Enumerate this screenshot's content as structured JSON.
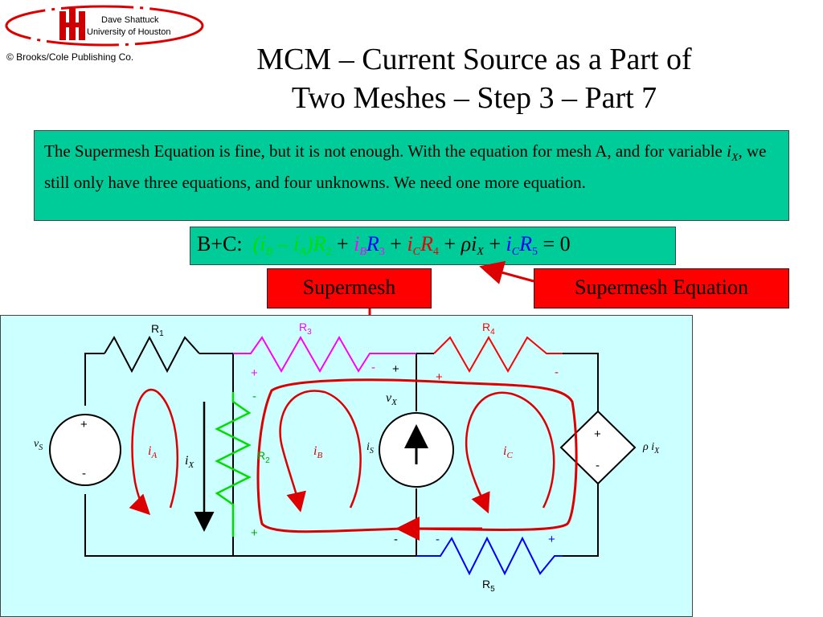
{
  "header": {
    "author_name": "Dave Shattuck",
    "author_affiliation": "University of Houston",
    "copyright": "© Brooks/Cole Publishing Co.",
    "title_line1": "MCM – Current Source as a Part of",
    "title_line2": "Two Meshes – Step 3 – Part 7"
  },
  "note": {
    "part1": "The Supermesh Equation is fine, but it is not enough.  With the equation for mesh A, and for variable ",
    "var": "i",
    "var_sub": "X",
    "part2": ",  we still only have three equations, and four unknowns.  We need one more equation."
  },
  "equation": {
    "prefix": "B+C:",
    "t1_open": "(",
    "t1_i": "i",
    "t1_i_sub": "B",
    "t1_minus": " – ",
    "t1_i2": "i",
    "t1_i2_sub": "A",
    "t1_close": ")",
    "t1_R": "R",
    "t1_R_sub": "2",
    "plus1": "+",
    "t2_i": "i",
    "t2_i_sub": "B",
    "t2_R": "R",
    "t2_R_sub": "3",
    "plus2": "+",
    "t3_i": "i",
    "t3_i_sub": "C",
    "t3_R": "R",
    "t3_R_sub": "4",
    "plus3": "+",
    "t4_rho": "ρ",
    "t4_i": "i",
    "t4_i_sub": "X",
    "plus4": "+",
    "t5_i": "i",
    "t5_i_sub": "C",
    "t5_R": "R",
    "t5_R_sub": "5",
    "equals": "= 0"
  },
  "labels": {
    "supermesh": "Supermesh",
    "supermesh_equation": "Supermesh Equation"
  },
  "circuit": {
    "R1": "R",
    "R1_sub": "1",
    "R2": "R",
    "R2_sub": "2",
    "R3": "R",
    "R3_sub": "3",
    "R4": "R",
    "R4_sub": "4",
    "R5": "R",
    "R5_sub": "5",
    "vs": "v",
    "vs_sub": "S",
    "is": "i",
    "is_sub": "S",
    "vx": "v",
    "vx_sub": "X",
    "ix": "i",
    "ix_sub": "X",
    "rho_ix": "ρ i",
    "rho_ix_sub": "X",
    "iA": "i",
    "iA_sub": "A",
    "iB": "i",
    "iB_sub": "B",
    "iC": "i",
    "iC_sub": "C",
    "plus": "+",
    "minus": "-"
  },
  "colors": {
    "note_bg": "#00cc99",
    "label_red": "#ff0000",
    "panel_bg": "#ccffff",
    "R2_green": "#00dd00",
    "R3_magenta": "#ff00ff",
    "R4_red": "#ff0000",
    "R5_blue": "#0000ff",
    "mesh_red": "#dd0000"
  }
}
